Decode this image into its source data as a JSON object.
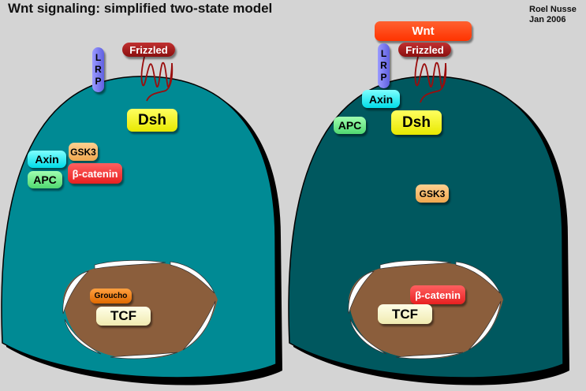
{
  "title": "Wnt signaling: simplified two-state model",
  "author": {
    "name": "Roel Nusse",
    "date": "Jan 2006"
  },
  "colors": {
    "cell_off": "#008a94",
    "cell_on": "#00585f",
    "nucleus": "#8b5e3c",
    "frizzled_loop": "#9a0d0d"
  },
  "left_cell": {
    "lrp": [
      "L",
      "R",
      "P"
    ],
    "frizzled": "Frizzled",
    "dsh": "Dsh",
    "gsk3": "GSK3",
    "axin": "Axin",
    "apc": "APC",
    "beta_catenin": "β-catenin",
    "groucho": "Groucho",
    "tcf": "TCF"
  },
  "right_cell": {
    "wnt": "Wnt",
    "lrp": [
      "L",
      "R",
      "P"
    ],
    "frizzled": "Frizzled",
    "axin": "Axin",
    "apc": "APC",
    "dsh": "Dsh",
    "gsk3": "GSK3",
    "beta_catenin": "β-catenin",
    "tcf": "TCF"
  }
}
